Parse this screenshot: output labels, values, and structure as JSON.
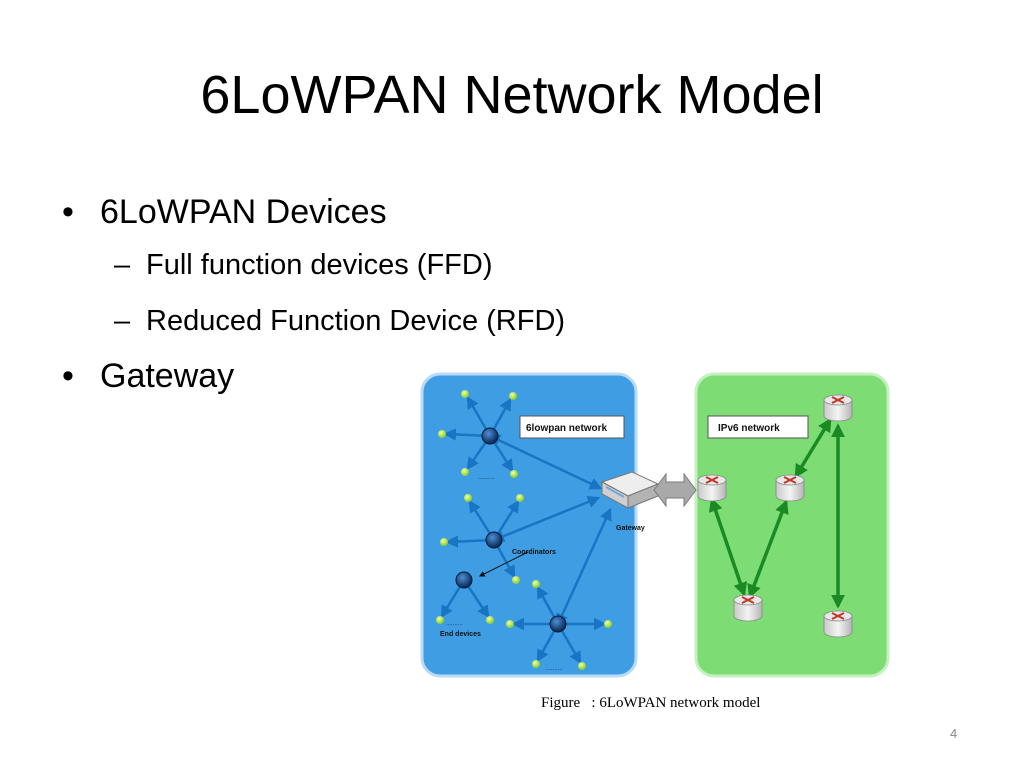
{
  "slide": {
    "title": "6LoWPAN Network Model",
    "page_number": "4"
  },
  "bullets": [
    {
      "text": "6LoWPAN Devices",
      "marker": "•"
    },
    {
      "text": "Full function devices (FFD)",
      "marker": "–"
    },
    {
      "text": "Reduced Function Device (RFD)",
      "marker": "–"
    },
    {
      "text": "Gateway",
      "marker": "•"
    }
  ],
  "figure": {
    "caption": "Figure   : 6LoWPAN network model",
    "lowpan_label": "6lowpan network",
    "ipv6_label": "IPv6 network",
    "gateway_label": "Gateway",
    "coordinators_label": "Coordinators",
    "end_devices_label": "End devices",
    "ellipsis": "..........",
    "colors": {
      "lowpan_bg": "#3e9de3",
      "ipv6_bg": "#7ddc73",
      "coordinator": "#0c3f7a",
      "end_device": "#b8e44a",
      "link": "#1a74c4",
      "ipv6_link": "#1a8a25"
    }
  }
}
